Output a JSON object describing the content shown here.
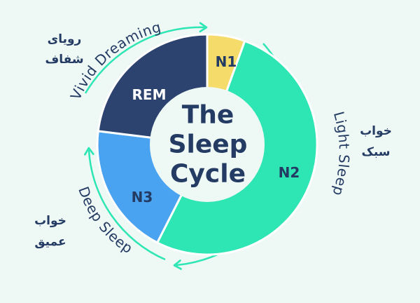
{
  "title_lines": [
    "The",
    "Sleep",
    "Cycle"
  ],
  "stages": [
    {
      "label": "N1",
      "color": "#f5dc6a",
      "text_color": "#243b63"
    },
    {
      "label": "N2",
      "color": "#2ee6b4",
      "text_color": "#243b63"
    },
    {
      "label": "N3",
      "color": "#4aa3f0",
      "text_color": "#243b63"
    },
    {
      "label": "REM",
      "color": "#2c4370",
      "text_color": "#ffffff"
    }
  ],
  "arc_labels": {
    "vivid": "Vivid Dreaming",
    "light": "Light Sleep",
    "deep": "Deep Sleep"
  },
  "farsi_labels": {
    "vivid": [
      "رویای",
      "شفاف"
    ],
    "light": [
      "خواب",
      "سبک"
    ],
    "deep": [
      "خواب",
      "عمیق"
    ]
  },
  "colors": {
    "background": "#eef8f5",
    "center": "#eef8f5",
    "text": "#243b63",
    "arrow": "#2ee6b4",
    "divider": "#ffffff"
  }
}
